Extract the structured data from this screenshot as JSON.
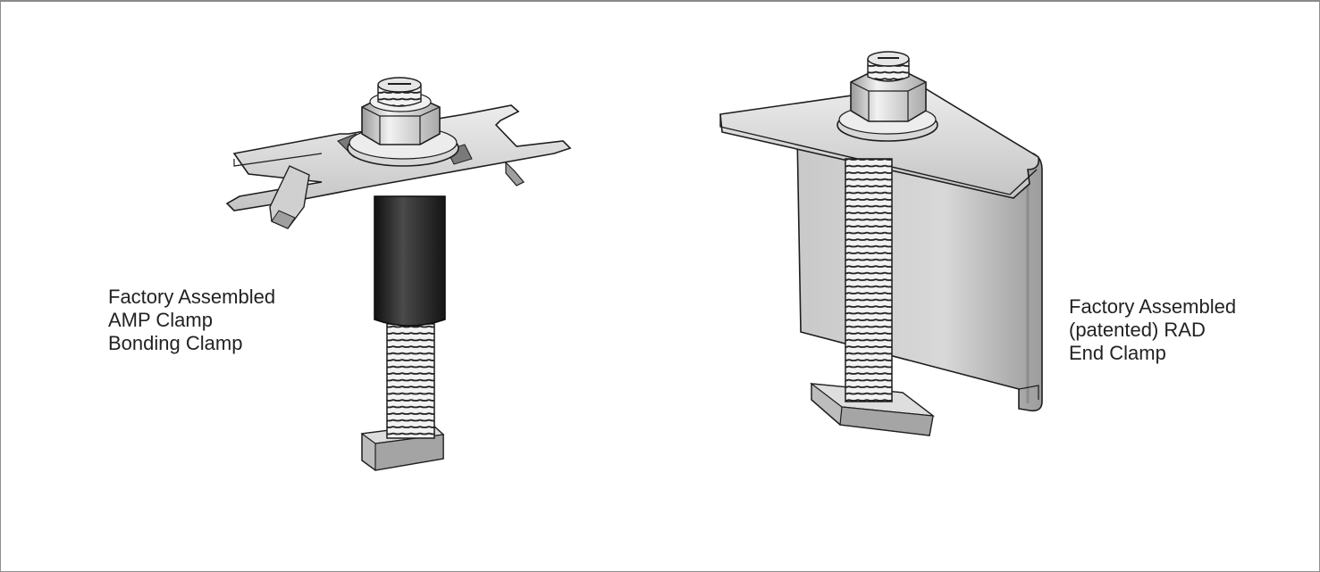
{
  "labels": {
    "amp_clamp": [
      "Factory Assembled",
      "AMP Clamp",
      "Bonding Clamp"
    ],
    "rad_clamp": [
      "Factory Assembled",
      "(patented) RAD",
      "End Clamp"
    ]
  },
  "colors": {
    "metal_light": "#e4e4e4",
    "metal_mid": "#bdbdbd",
    "metal_dark": "#7e7e7e",
    "sleeve": "#2b2b2b",
    "outline": "#1e1e1e",
    "text": "#222222"
  }
}
